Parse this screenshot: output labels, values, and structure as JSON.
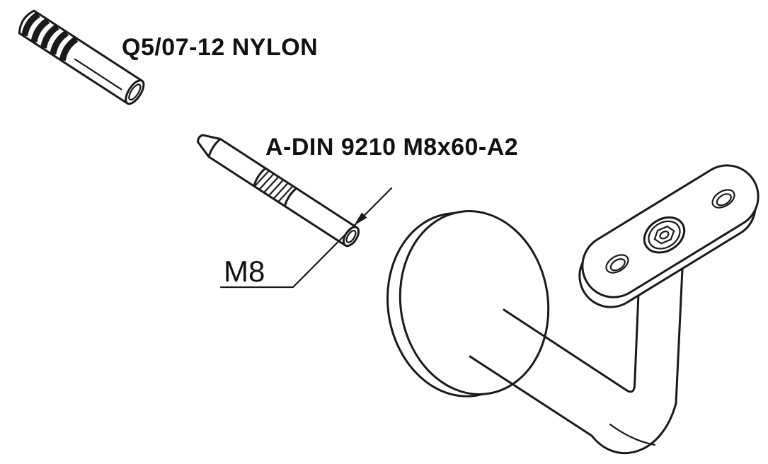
{
  "page": {
    "background_color": "#ffffff",
    "line_color": "#1a1a1a",
    "text_color": "#111111"
  },
  "diagram": {
    "labels": {
      "anchor_label": "Q5/07-12 NYLON",
      "stud_label": "A-DIN 9210 M8x60-A2",
      "dimension_label": "M8"
    }
  }
}
